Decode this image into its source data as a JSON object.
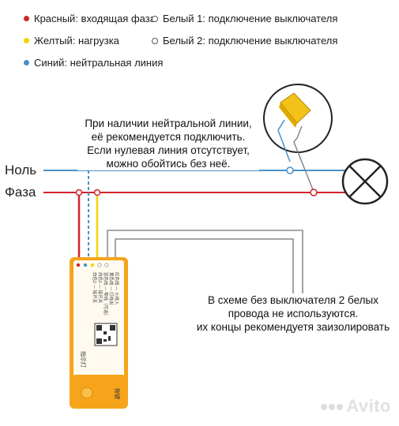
{
  "colors": {
    "red": "#d2232a",
    "yellow": "#f2d600",
    "blue": "#4a90c8",
    "gray": "#9a9a9a",
    "module_body": "#f6a41a",
    "module_panel": "#fffaf0"
  },
  "legend": {
    "red": "Красный: входящая фаза",
    "white1": "Белый 1: подключение выключателя",
    "yellow": "Желтый: нагрузка",
    "white2": "Белый 2: подключение выключателя",
    "blue": "Синий: нейтральная линия"
  },
  "lines": {
    "neutral": "Ноль",
    "phase": "Фаза"
  },
  "notes": {
    "neutral_note": [
      "При наличии нейтральной линии,",
      "её рекомендуется подключить.",
      "Если нулевая линия отсутствует,",
      "можно обойтись без неё."
    ],
    "switch_note": [
      "В схеме без выключателя 2 белых",
      "провода не используются.",
      "их концы рекомендуетя заизолировать"
    ]
  },
  "module": {
    "side_label": "指示灯",
    "button_label": "按键",
    "text_lines": [
      "红色线 — 火线入",
      "黄色线 — 灯线出",
      "蓝色线 — 零线（可选）",
      "白色1 — 接开关",
      "白色2 — 接开关"
    ]
  },
  "watermark": "Avito"
}
